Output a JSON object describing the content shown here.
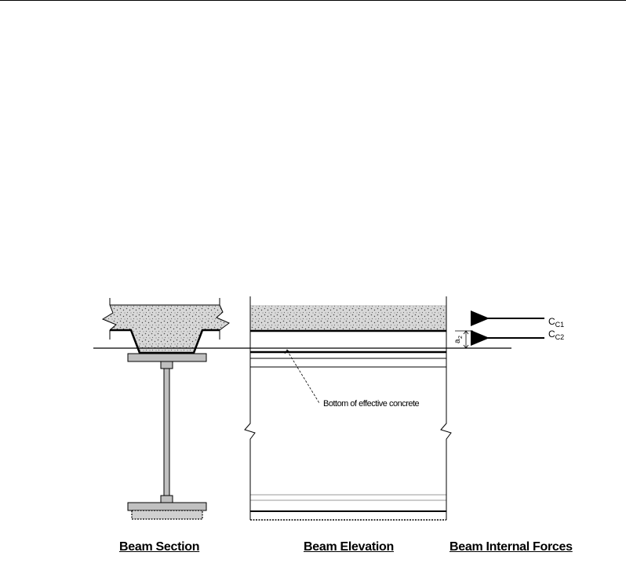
{
  "labels": {
    "cc1_main": "C",
    "cc1_sub": "C1",
    "cc2_main": "C",
    "cc2_sub": "C2",
    "a2": "a",
    "a2_sub": "2",
    "bottom_effective_concrete": "Bottom of effective concrete"
  },
  "captions": {
    "section": "Beam Section",
    "elevation": "Beam Elevation",
    "forces": "Beam Internal Forces"
  },
  "colors": {
    "steel_fill": "#c0c0c0",
    "concrete_fill": "#dcdcdc",
    "ink": "#000000"
  }
}
